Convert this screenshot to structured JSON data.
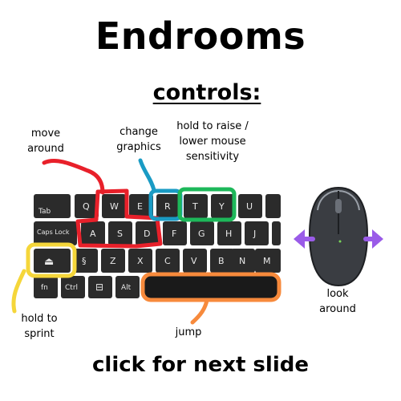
{
  "title": "Endrooms",
  "subtitle": "controls:",
  "annotations": {
    "move": [
      "move",
      "around"
    ],
    "graphics": [
      "change",
      "graphics"
    ],
    "sensitivity": [
      "hold to raise /",
      "lower mouse",
      "sensitivity"
    ],
    "sprint": [
      "hold to",
      "sprint"
    ],
    "jump": [
      "jump"
    ],
    "look": [
      "look",
      "around"
    ]
  },
  "keyboard": {
    "row1": [
      "Tab",
      "Q",
      "W",
      "E",
      "R",
      "T",
      "Y",
      "U"
    ],
    "row2": [
      "Caps Lock",
      "A",
      "S",
      "D",
      "F",
      "G",
      "H",
      "J"
    ],
    "row3": [
      "⏏",
      "§",
      "Z",
      "X",
      "C",
      "V",
      "B",
      "N",
      "M"
    ],
    "row4": [
      "fn",
      "Ctrl",
      "⊟",
      "Alt",
      ""
    ]
  },
  "footer": "click for next slide",
  "colors": {
    "move": "#e8202a",
    "graphics": "#1a9bc4",
    "sensitivity": "#1db85a",
    "sprint": "#f5d63a",
    "jump": "#f78a3c",
    "look": "#9a5be8",
    "key": "#2b2b2b",
    "key_text": "#e8e8e8"
  },
  "icons": [
    "mouse-icon",
    "arrow-left-icon",
    "arrow-right-icon",
    "eject-icon",
    "menu-key-icon"
  ]
}
